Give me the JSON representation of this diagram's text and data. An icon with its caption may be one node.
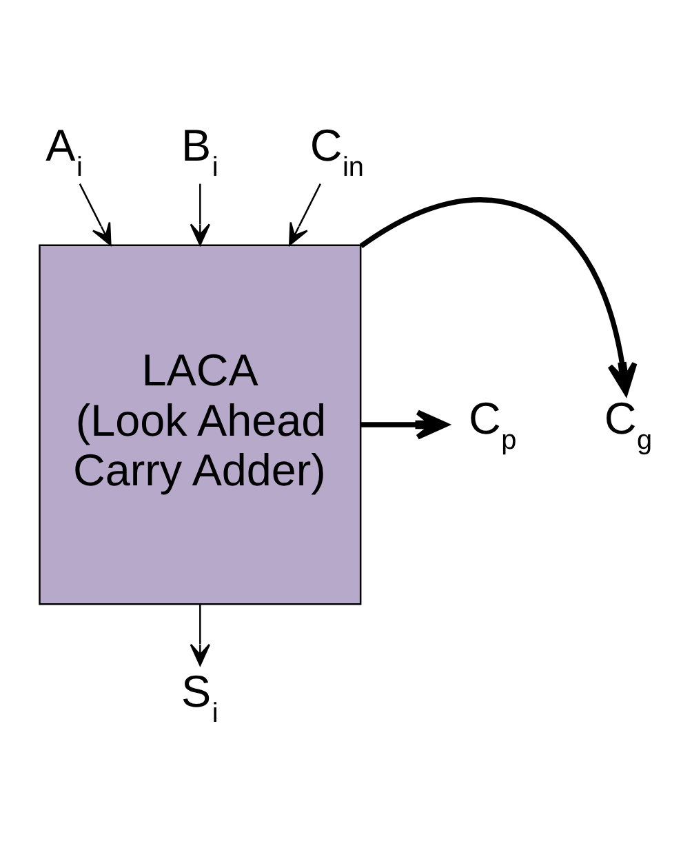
{
  "diagram": {
    "nodes": [
      {
        "text": [
          "LACA",
          "(Look Ahead Carry Adder)"
        ]
      },
      {
        "text": [
          "A$_{i}$"
        ]
      },
      {
        "text": [
          "B$_{i}$"
        ]
      },
      {
        "text": [
          "C$_{in}$"
        ]
      },
      {
        "text": [
          "C$_{g}$"
        ]
      },
      {
        "text": [
          "C$_{p}$"
        ]
      },
      {
        "text": [
          "S$_{i}$"
        ]
      }
    ],
    "edges": [
      {
        "from": 1,
        "to": 0,
        "arrow": "to"
      },
      {
        "from": 2,
        "to": 0,
        "arrow": "to"
      },
      {
        "from": 3,
        "to": 0,
        "arrow": "to"
      },
      {
        "from": 0,
        "to": 4,
        "arrow": "to",
        "style": "thick"
      },
      {
        "from": 0,
        "to": 5,
        "arrow": "to",
        "style": "thick"
      },
      {
        "from": 0,
        "to": 6,
        "arrow": "to"
      }
    ]
  }
}
